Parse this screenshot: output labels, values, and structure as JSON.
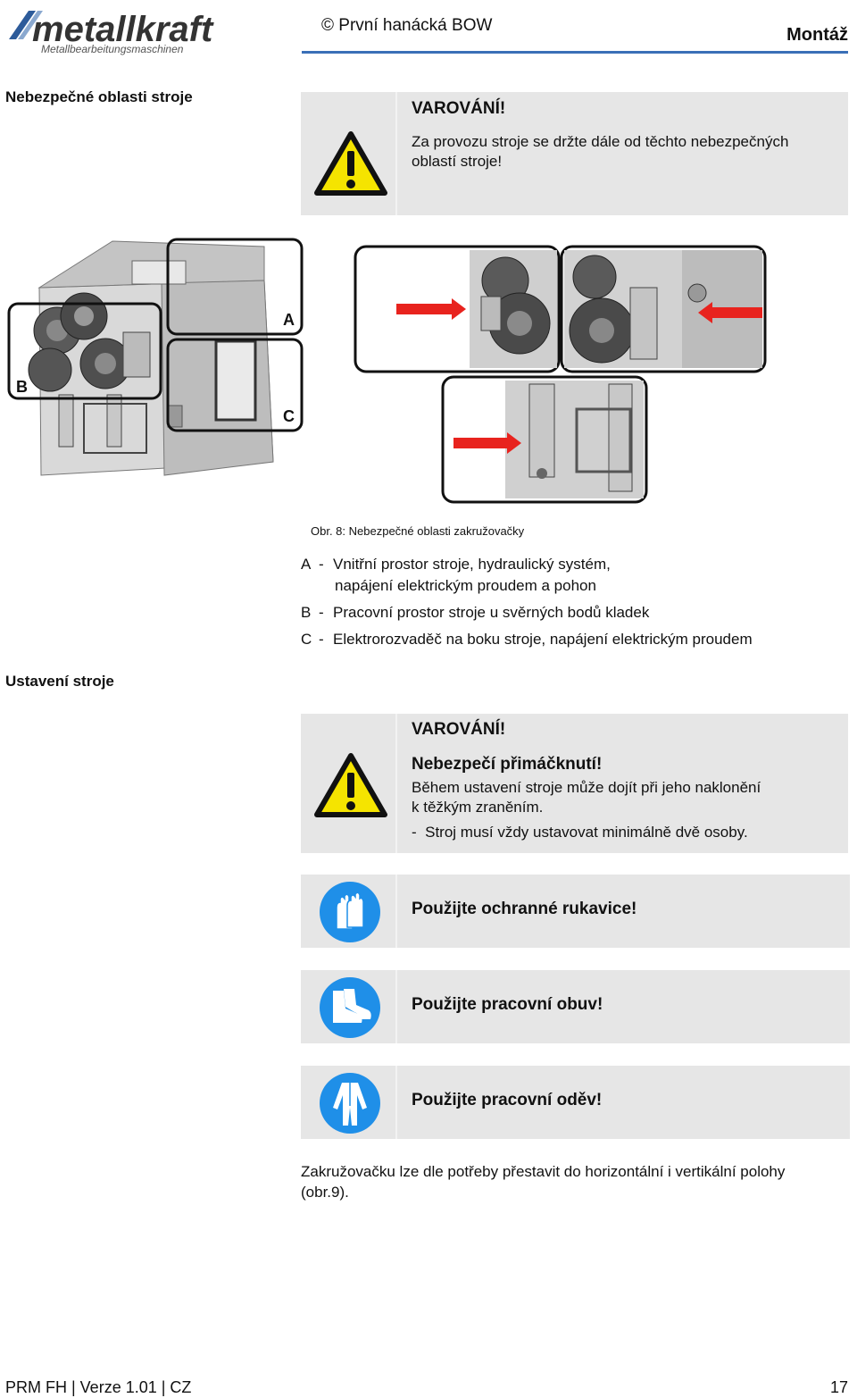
{
  "header": {
    "logo_text": "metallkraft",
    "logo_subtitle": "Metallbearbeitungsmaschinen",
    "copyright": "© První hanácká BOW",
    "section": "Montáž"
  },
  "section1": {
    "heading": "Nebezpečné oblasti stroje",
    "warning": {
      "icon": "warning-triangle-icon",
      "title": "VAROVÁNÍ!",
      "text_line1": "Za provozu stroje se držte dále od těchto nebezpečných",
      "text_line2": "oblastí stroje!"
    },
    "figure": {
      "label_a": "A",
      "label_b": "B",
      "label_c": "C",
      "caption": "Obr. 8: Nebezpečné oblasti zakružovačky"
    },
    "legend": [
      {
        "key": "A",
        "line1": "Vnitřní prostor stroje, hydraulický systém,",
        "line2": "napájení elektrickým proudem a pohon"
      },
      {
        "key": "B",
        "line1": "Pracovní prostor stroje u svěrných bodů kladek",
        "line2": ""
      },
      {
        "key": "C",
        "line1": "Elektrorozvaděč na boku stroje, napájení elektrickým proudem",
        "line2": ""
      }
    ]
  },
  "section2": {
    "heading": "Ustavení stroje",
    "warning": {
      "icon": "warning-triangle-icon",
      "title": "VAROVÁNÍ!",
      "subtitle": "Nebezpečí přimáčknutí!",
      "text_line1": "Během ustavení stroje může dojít při jeho naklonění",
      "text_line2": "k těžkým zraněním.",
      "bullet": "Stroj musí vždy ustavovat minimálně dvě osoby."
    },
    "notices": [
      {
        "icon": "gloves-icon",
        "text": "Použijte ochranné rukavice!"
      },
      {
        "icon": "safety-boots-icon",
        "text": "Použijte pracovní obuv!"
      },
      {
        "icon": "work-overall-icon",
        "text": "Použijte pracovní oděv!"
      }
    ],
    "body_line1": "Zakružovačku lze dle potřeby přestavit do horizontální i vertikální polohy",
    "body_line2": "(obr.9)."
  },
  "footer": {
    "left": "PRM FH | Verze 1.01 | CZ",
    "page": "17"
  },
  "colors": {
    "accent_rule": "#3a6fb7",
    "warning_yellow": "#f5e400",
    "mandatory_blue": "#1f8fe8",
    "box_grey": "#e6e6e6",
    "arrow_red": "#e8231e"
  }
}
